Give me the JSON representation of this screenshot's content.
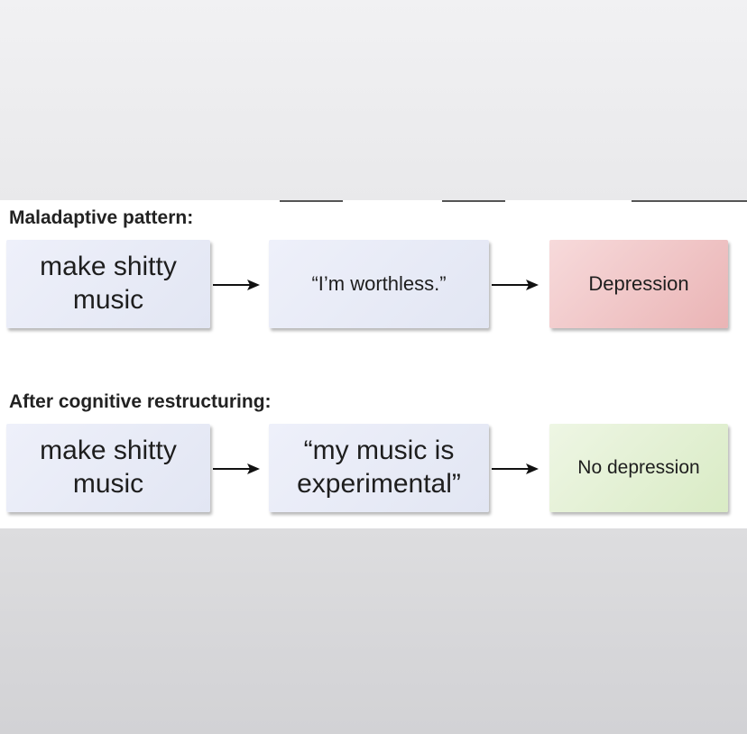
{
  "sections": [
    {
      "title": "Maladaptive pattern:",
      "steps": [
        "make shitty\nmusic",
        "“I’m worthless.”",
        "Depression"
      ]
    },
    {
      "title": "After cognitive restructuring:",
      "steps": [
        "make shitty\nmusic",
        "“my music is\nexperimental”",
        "No depression"
      ]
    }
  ],
  "colors": {
    "thought_box": "#e6e9f5",
    "negative_outcome": "#efc4c5",
    "positive_outcome": "#e3f0d3",
    "arrow": "#111111"
  }
}
